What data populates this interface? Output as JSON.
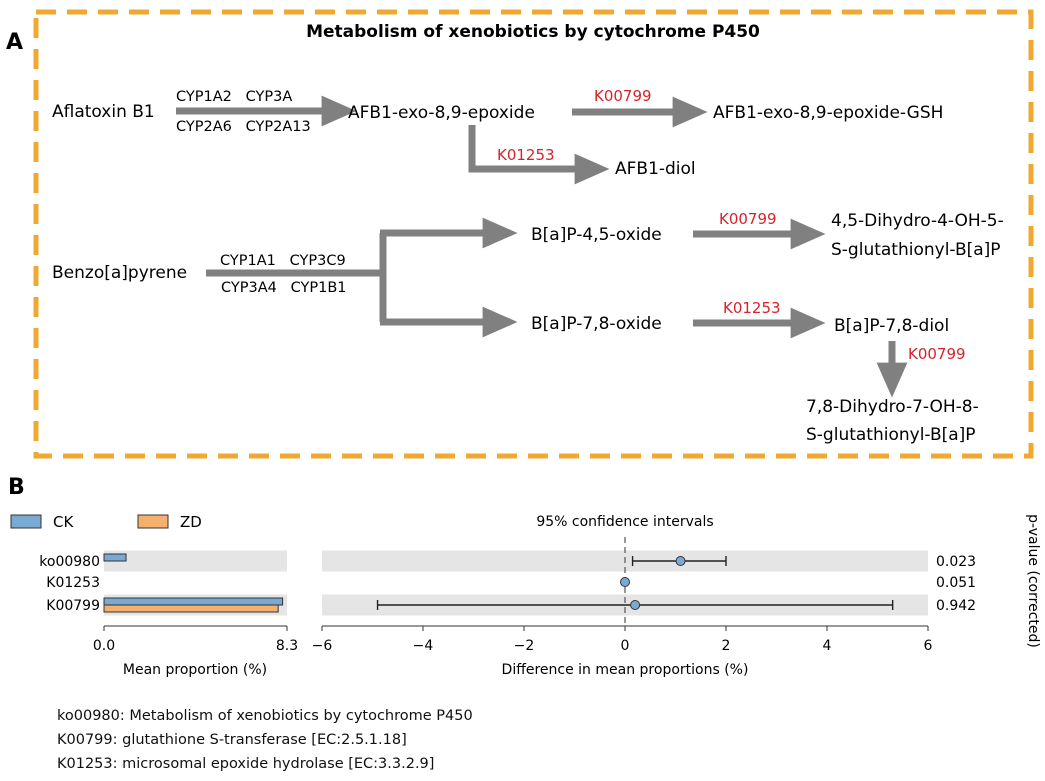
{
  "panel_a": {
    "label": "A",
    "title": "Metabolism of xenobiotics by cytochrome P450",
    "nodes": {
      "aflatoxin": "Aflatoxin B1",
      "afb1_epoxide": "AFB1-exo-8,9-epoxide",
      "afb1_gsh": "AFB1-exo-8,9-epoxide-GSH",
      "afb1_diol": "AFB1-diol",
      "benzopyrene": "Benzo[a]pyrene",
      "bap_45_oxide": "B[a]P-4,5-oxide",
      "bap_45_product_l1": "4,5-Dihydro-4-OH-5-",
      "bap_45_product_l2": "S-glutathionyl-B[a]P",
      "bap_78_oxide": "B[a]P-7,8-oxide",
      "bap_78_diol": "B[a]P-7,8-diol",
      "bap_78_product_l1": "7,8-Dihydro-7-OH-8-",
      "bap_78_product_l2": "S-glutathionyl-B[a]P"
    },
    "enzymes": {
      "afb1_top": "CYP1A2   CYP3A",
      "afb1_bottom": "CYP2A6   CYP2A13",
      "bap_top": "CYP1A1   CYP3C9",
      "bap_bottom": "CYP3A4   CYP1B1"
    },
    "kos": {
      "afb1_to_gsh": "K00799",
      "afb1_to_diol": "K01253",
      "bap45_to_product": "K00799",
      "bap78_to_diol": "K01253",
      "diol_to_product": "K00799"
    },
    "colors": {
      "border": "#f0a830",
      "arrow": "#808080",
      "ko_text": "#d4242a"
    }
  },
  "panel_b": {
    "label": "B",
    "legend": [
      {
        "name": "CK",
        "color": "#7aaad2"
      },
      {
        "name": "ZD",
        "color": "#f5b06e"
      }
    ],
    "ci_title": "95% confidence intervals",
    "pvalue_axis_label": "p-value (corrected)",
    "left_xlabel": "Mean proportion (%)",
    "right_xlabel": "Difference in mean proportions (%)",
    "footnotes": [
      "ko00980: Metabolism of xenobiotics by cytochrome P450",
      "K00799: glutathione S-transferase [EC:2.5.1.18]",
      "K01253: microsomal epoxide hydrolase [EC:3.3.2.9]"
    ]
  },
  "chart_data": [
    {
      "type": "bar",
      "orientation": "horizontal",
      "categories": [
        "ko00980",
        "K01253",
        "K00799"
      ],
      "series": [
        {
          "name": "CK",
          "values": [
            1.0,
            0.0,
            8.1
          ]
        },
        {
          "name": "ZD",
          "values": [
            0.0,
            0.0,
            7.9
          ]
        }
      ],
      "xlabel": "Mean proportion (%)",
      "xlim": [
        0.0,
        8.3
      ],
      "xticks": [
        "0.0",
        "8.3"
      ],
      "legend": "top-left"
    },
    {
      "type": "scatter",
      "subtype": "errorbar",
      "title": "95% confidence intervals",
      "categories": [
        "ko00980",
        "K01253",
        "K00799"
      ],
      "estimate": [
        1.1,
        0.0,
        0.2
      ],
      "ci_low": [
        0.15,
        0.0,
        -4.9
      ],
      "ci_high": [
        2.0,
        0.0,
        5.3
      ],
      "p_values": [
        "0.023",
        "0.051",
        "0.942"
      ],
      "xlabel": "Difference in mean proportions (%)",
      "xlim": [
        -6,
        6
      ],
      "xticks": [
        "−6",
        "−4",
        "−2",
        "0",
        "2",
        "4",
        "6"
      ],
      "ylabel_right": "p-value (corrected)",
      "zero_line": "dashed"
    }
  ]
}
